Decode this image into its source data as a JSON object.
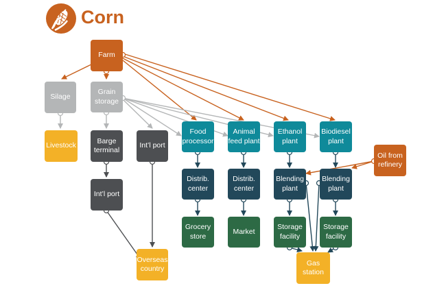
{
  "title": "Corn",
  "logo_icon": "corn-cob-icon",
  "colors": {
    "orange": "#c8621f",
    "light_gray": "#b4b6b7",
    "dark_gray": "#4d4f52",
    "teal": "#0f8a9a",
    "navy": "#22485a",
    "green": "#2d6a45",
    "yellow": "#f3b127"
  },
  "nodes": {
    "farm": "Farm",
    "silage": "Silage",
    "grain_storage": "Grain\nstorage",
    "livestock": "Livestock",
    "barge_terminal": "Barge\nterminal",
    "intl_port_1": "Int’l port",
    "intl_port_2": "Int’l port",
    "overseas_country": "Overseas\ncountry",
    "food_processor": "Food\nprocessor",
    "animal_feed_plant": "Animal\nfeed plant",
    "ethanol_plant": "Ethanol\nplant",
    "biodiesel_plant": "Biodiesel\nplant",
    "oil_from_refinery": "Oil from\nrefinery",
    "distrib_center_1": "Distrib.\ncenter",
    "distrib_center_2": "Distrib.\ncenter",
    "blending_plant_1": "Blending\nplant",
    "blending_plant_2": "Blending\nplant",
    "grocery_store": "Grocery\nstore",
    "market": "Market",
    "storage_facility_1": "Storage\nfacility",
    "storage_facility_2": "Storage\nfacility",
    "gas_station": "Gas\nstation"
  }
}
